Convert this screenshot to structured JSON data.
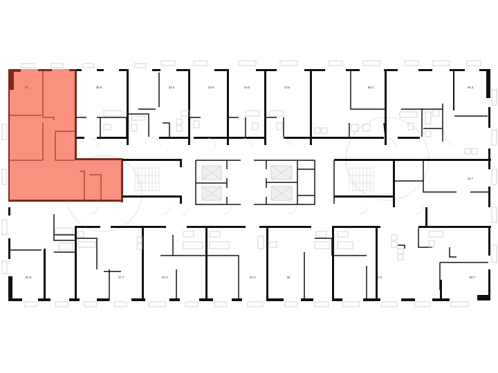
{
  "floor_plan": {
    "highlight_color": "#fa8a78",
    "highlight_wall_color": "#7a2a1a",
    "wall_color": "#111111",
    "selected_apartment": {
      "id": "apt-71",
      "area": "71",
      "selected": true
    },
    "apartments_top": [
      {
        "id": "apt-25-8",
        "area": "25.8"
      },
      {
        "id": "apt-32-4",
        "area": "32.4"
      },
      {
        "id": "apt-19-9a",
        "area": "19.9"
      },
      {
        "id": "apt-19-9b",
        "area": "19.9"
      },
      {
        "id": "apt-23-6",
        "area": "23.6"
      },
      {
        "id": "apt-58-1",
        "area": "58.1"
      },
      {
        "id": "apt-46-3",
        "area": "46.3"
      }
    ],
    "apartments_right": [
      {
        "id": "apt-43-7",
        "area": "43.7"
      }
    ],
    "apartments_bottom": [
      {
        "id": "apt-51-5",
        "area": "51.5"
      },
      {
        "id": "apt-37-7",
        "area": "37.7"
      },
      {
        "id": "apt-22-3a",
        "area": "22.3"
      },
      {
        "id": "apt-22-3b",
        "area": "22.3"
      },
      {
        "id": "apt-36",
        "area": "36"
      },
      {
        "id": "apt-30-3",
        "area": "30.3"
      },
      {
        "id": "apt-68-7",
        "area": "68.7"
      }
    ],
    "core": {
      "stairs": 2,
      "elevators": 4
    }
  }
}
